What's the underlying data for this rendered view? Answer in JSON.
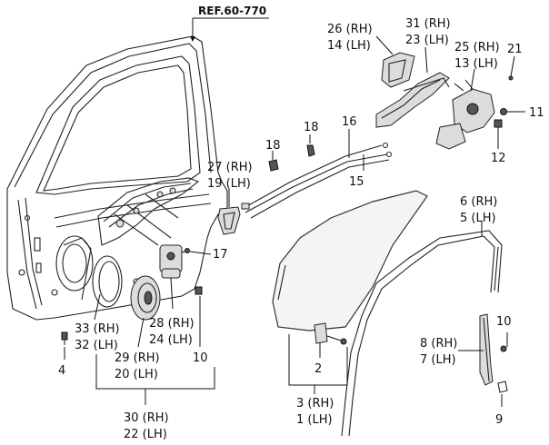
{
  "reference": "REF.60-770",
  "labels": {
    "p26_14": [
      "26 (RH)",
      "14 (LH)"
    ],
    "p31_23": [
      "31 (RH)",
      "23 (LH)"
    ],
    "p25_13": [
      "25 (RH)",
      "13 (LH)"
    ],
    "p21": "21",
    "p11": "11",
    "p12": "12",
    "p18a": "18",
    "p18b": "18",
    "p16": "16",
    "p15": "15",
    "p27_19": [
      "27 (RH)",
      "19 (LH)"
    ],
    "p17": "17",
    "p6_5": [
      "6 (RH)",
      "5 (LH)"
    ],
    "p33_32": [
      "33 (RH)",
      "32 (LH)"
    ],
    "p28_24": [
      "28 (RH)",
      "24 (LH)"
    ],
    "p29_20": [
      "29 (RH)",
      "20 (LH)"
    ],
    "p10a": "10",
    "p10b": "10",
    "p4": "4",
    "p30_22": [
      "30 (RH)",
      "22 (LH)"
    ],
    "p2": "2",
    "p3_1": [
      "3 (RH)",
      "1 (LH)"
    ],
    "p8_7": [
      "8 (RH)",
      "7 (LH)"
    ],
    "p9": "9"
  }
}
